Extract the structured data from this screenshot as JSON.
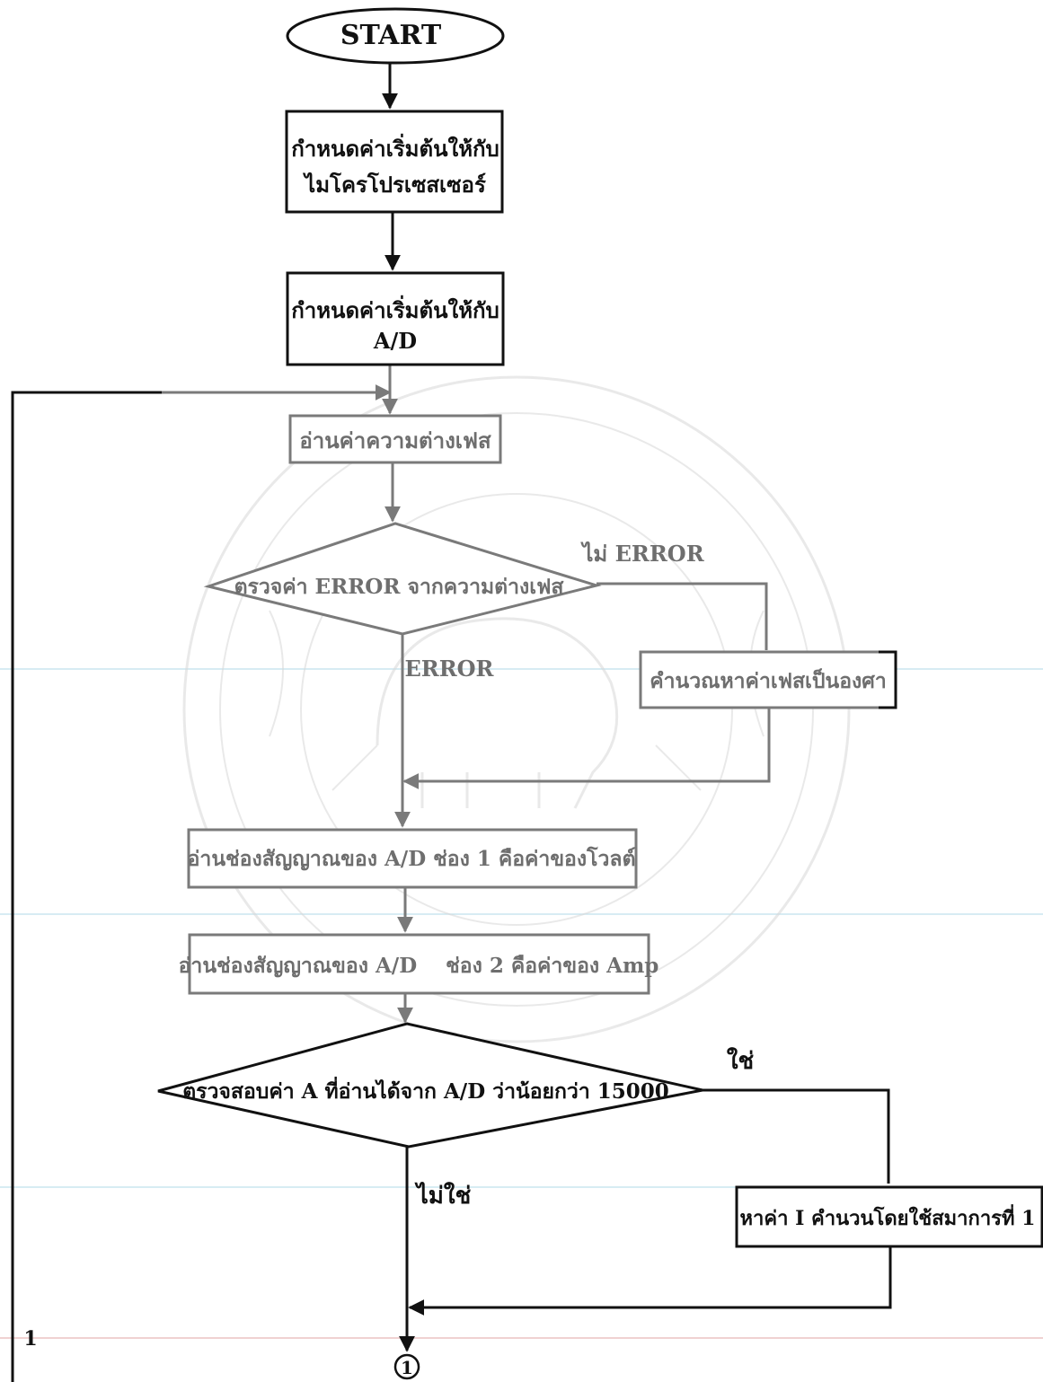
{
  "start": {
    "label": "START"
  },
  "steps": {
    "init_mcu": [
      "กำหนดค่าเริ่มต้นให้กับ",
      "ไมโครโปรเซสเซอร์"
    ],
    "init_ad": [
      "กำหนดค่าเริ่มต้นให้กับ",
      "A/D"
    ],
    "read_phase": "อ่านค่าความต่างเฟส",
    "calc_phase": "คำนวณหาค่าเฟสเป็นองศา",
    "read_ch1": "อ่านช่องสัญญาณของ A/D ช่อง 1 คือค่าของโวลต์",
    "read_ch2": "อ่านช่องสัญญาณของ A/D    ช่อง 2 คือค่าของ Amp",
    "calc_i": "หาค่า I คำนวนโดยใช้สมาการที่ 1"
  },
  "decisions": {
    "check_error": "ตรวจค่า ERROR จากความต่างเฟส",
    "check_a": "ตรวจสอบค่า A ที่อ่านได้จาก A/D ว่าน้อยกว่า 15000"
  },
  "edge_labels": {
    "no_error": "ไม่ ERROR",
    "error": "ERROR",
    "yes": "ใช่",
    "no": "ไม่ใช่"
  },
  "connector": {
    "label": "1"
  },
  "page_marker": "1",
  "colors": {
    "dark": "#111111",
    "gray": "#7a7a7a",
    "guide": "#bfe0ec"
  }
}
